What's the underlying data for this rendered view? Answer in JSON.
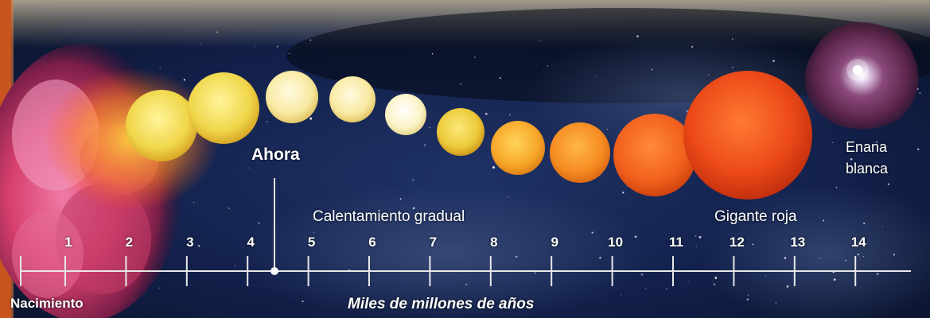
{
  "timeline": {
    "unit_label": "Miles de millones de años",
    "start_label": "Nacimiento",
    "now_label": "Ahora",
    "now_value": 4.5,
    "ticks": [
      "1",
      "2",
      "3",
      "4",
      "5",
      "6",
      "7",
      "8",
      "9",
      "10",
      "11",
      "12",
      "13",
      "14"
    ]
  },
  "phases": {
    "heating": "Calentamiento gradual",
    "red_giant": "Gigante roja",
    "white_dwarf_line1": "Enana",
    "white_dwarf_line2": "blanca"
  },
  "colors": {
    "background_top": "#9a9384",
    "space": "#0e1a38",
    "nebula_pink": "#e0457c",
    "sun_yellow": "#f4dd55",
    "sun_pale": "#fbf0a8",
    "sun_orange": "#f59020",
    "red_giant": "#e8401a",
    "white_dwarf_nebula": "#6a2e58",
    "axis": "#e8e8e8"
  },
  "stars": [
    {
      "name": "sun-young-icon"
    },
    {
      "name": "sun-stage-2-icon"
    },
    {
      "name": "sun-stage-3-icon"
    },
    {
      "name": "sun-stage-4-icon"
    },
    {
      "name": "sun-stage-5-icon"
    },
    {
      "name": "sun-stage-6-icon"
    },
    {
      "name": "sun-stage-7-icon"
    },
    {
      "name": "sun-stage-8-icon"
    },
    {
      "name": "sun-stage-9-icon"
    },
    {
      "name": "red-giant-icon"
    },
    {
      "name": "white-dwarf-icon"
    }
  ]
}
